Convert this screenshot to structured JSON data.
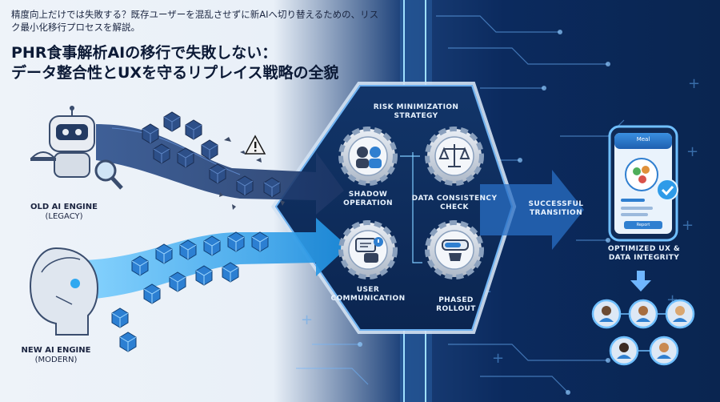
{
  "header": {
    "subtitle": "精度向上だけでは失敗する？既存ユーザーを混乱させずに新AIへ切り替えるための、リスク最小化移行プロセスを解説。",
    "title_line1": "PHR食事解析AIの移行で失敗しない：",
    "title_line2": "データ整合性とUXを守るリプレイス戦略の全貌"
  },
  "engines": {
    "old_line1": "OLD AI ENGINE",
    "old_line2": "(LEGACY)",
    "new_line1": "NEW AI ENGINE",
    "new_line2": "(MODERN)"
  },
  "strategy": {
    "title_line1": "RISK MINIMIZATION",
    "title_line2": "STRATEGY",
    "steps": [
      {
        "line1": "SHADOW",
        "line2": "OPERATION",
        "icon": "robots-pair-icon"
      },
      {
        "line1": "DATA CONSISTENCY",
        "line2": "CHECK",
        "icon": "balance-scale-icon"
      },
      {
        "line1": "USER",
        "line2": "COMMUNICATION",
        "icon": "chat-bubbles-icon"
      },
      {
        "line1": "PHASED",
        "line2": "ROLLOUT",
        "icon": "progress-bar-icon"
      }
    ]
  },
  "transition": {
    "line1": "SUCCESSFUL",
    "line2": "TRANSITION"
  },
  "phone": {
    "header": "Meal",
    "button": "Report"
  },
  "result": {
    "line1": "OPTIMIZED UX &",
    "line2": "DATA INTEGRITY"
  },
  "colors": {
    "navy": "#0b2a5e",
    "accent": "#3fb8ff",
    "glow": "#7fd4ff",
    "old_stream": "#24457e",
    "new_stream": "#2fa8f0"
  }
}
